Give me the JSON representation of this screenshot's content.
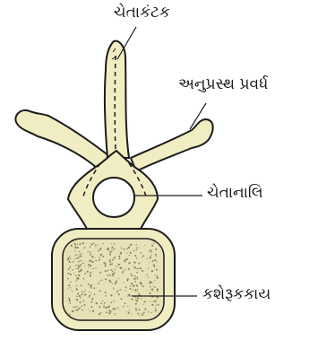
{
  "labels": {
    "spinous_process": "ચેતાકંટક",
    "transverse_process": "અનુપ્રસ્થ પ્રવર્ધ",
    "vertebral_canal": "ચેતાનાલિ",
    "vertebral_body": "કશેરૂકકાય"
  },
  "colors": {
    "bone": "#f1edc2",
    "outline": "#1c1c1c",
    "spongy_bone": "#e8e0b6",
    "canal": "#ffffff"
  }
}
